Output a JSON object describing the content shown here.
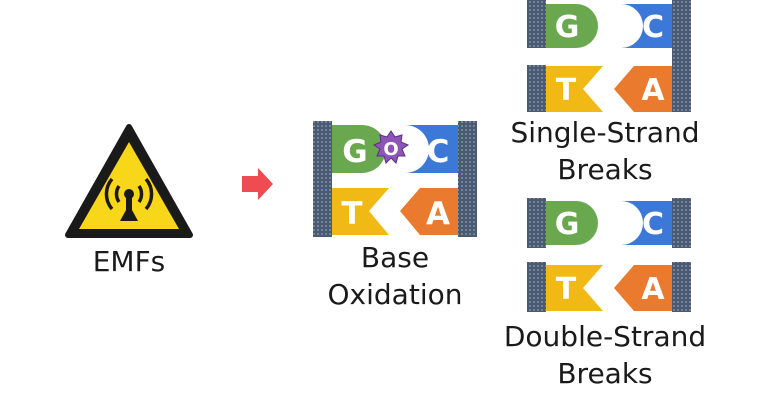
{
  "hazard": {
    "label": "EMFs"
  },
  "center": {
    "label_line1": "Base",
    "label_line2": "Oxidation",
    "oxidation_mark": "O",
    "bases": {
      "top_left": "G",
      "top_right": "C",
      "bottom_left": "T",
      "bottom_right": "A"
    }
  },
  "single_strand": {
    "label_line1": "Single-Strand",
    "label_line2": "Breaks",
    "bases": {
      "top_left": "G",
      "top_right": "C",
      "bottom_left": "T",
      "bottom_right": "A"
    }
  },
  "double_strand": {
    "label_line1": "Double-Strand",
    "label_line2": "Breaks",
    "bases": {
      "top_left": "G",
      "top_right": "C",
      "bottom_left": "T",
      "bottom_right": "A"
    }
  },
  "colors": {
    "green": "#6aa84f",
    "blue": "#3c78d8",
    "yellow": "#f1b915",
    "orange": "#ea7a2e",
    "backbone": "#4a5a72",
    "arrow": "#ef4b50",
    "warning_yellow": "#f8d71a",
    "oxidation": "#8e55b8"
  },
  "icons": [
    "radiation-warning-icon",
    "arrow-right-icon"
  ]
}
